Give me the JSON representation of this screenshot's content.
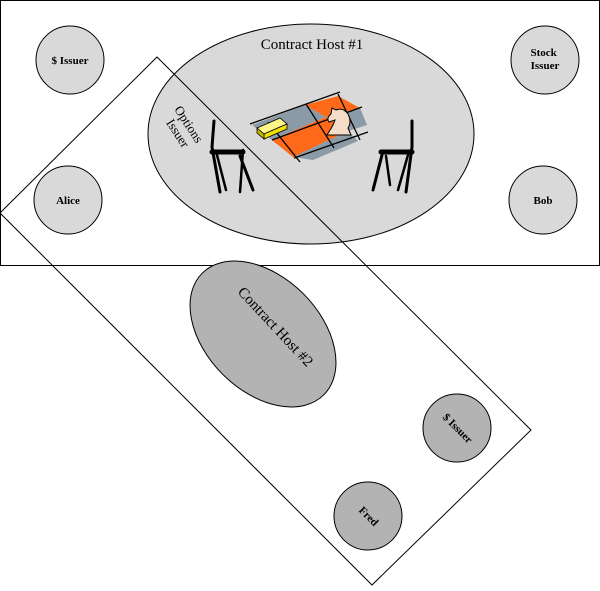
{
  "diagram": {
    "host1": {
      "label": "Contract Host #1"
    },
    "host2": {
      "label": "Contract Host #2"
    },
    "options_issuer": {
      "line1": "Options",
      "line2": "Issuer"
    },
    "dollar_issuer_1": {
      "label": "$ Issuer"
    },
    "stock_issuer": {
      "line1": "Stock",
      "line2": "Issuer"
    },
    "alice": {
      "label": "Alice"
    },
    "bob": {
      "label": "Bob"
    },
    "dollar_issuer_2": {
      "label": "$ Issuer"
    },
    "fred": {
      "label": "Fred"
    }
  },
  "colors": {
    "host1_fill": "#d9d9d9",
    "host2_fill": "#b3b3b3",
    "party_light": "#d9d9d9",
    "party_dark": "#b3b3b3",
    "board_orange": "#ff6a1a",
    "board_slate": "#8a9aa6",
    "gold": "#f0e000"
  }
}
